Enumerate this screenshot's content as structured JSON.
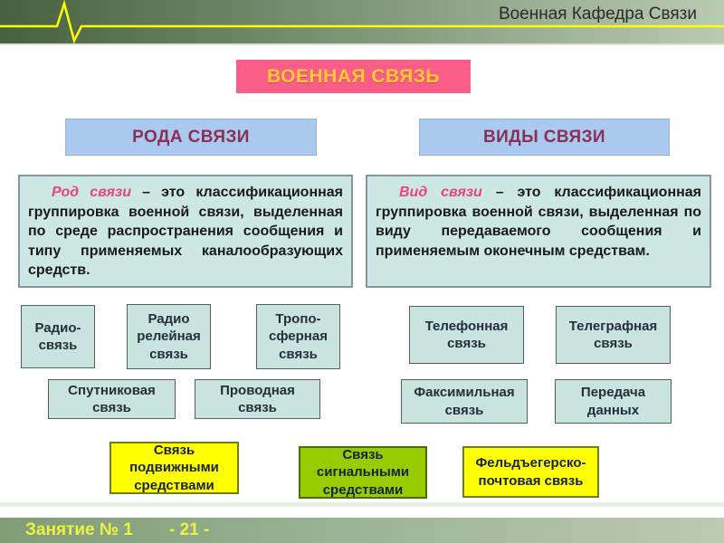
{
  "slide": {
    "header": {
      "title": "Военная Кафедра Связи"
    },
    "main_title": "ВОЕННАЯ СВЯЗЬ",
    "left_column": {
      "heading": "РОДА СВЯЗИ",
      "definition": {
        "term": "Род связи",
        "text": "– это классификационная группировка военной связи, выделенная по среде распространения сообщения и типу применяемых каналообразующих средств."
      },
      "row1": [
        "Радио-\nсвязь",
        "Радио\nрелейная\nсвязь",
        "Тропо-\nсферная\nсвязь"
      ],
      "row2": [
        "Спутниковая\nсвязь",
        "Проводная\nсвязь"
      ]
    },
    "right_column": {
      "heading": "ВИДЫ СВЯЗИ",
      "definition": {
        "term": "Вид связи",
        "text": "– это классификационная группировка военной связи, выделенная по виду передаваемого сообщения и применяемым оконечным средствам."
      },
      "row1": [
        "Телефонная\nсвязь",
        "Телеграфная\nсвязь"
      ],
      "row2": [
        "Факсимильная\nсвязь",
        "Передача\nданных"
      ]
    },
    "bottom_row": [
      {
        "label": "Связь\nподвижными\nсредствами",
        "bg": "#ffff00"
      },
      {
        "label": "Связь\nсигнальными\nсредствами",
        "bg": "#99cc00"
      },
      {
        "label": "Фельдъегерско-\nпочтовая связь",
        "bg": "#ffff00"
      }
    ],
    "footer": {
      "lesson": "Занятие № 1",
      "page": "- 21 -"
    },
    "colors": {
      "header_gradient_left": "#47613f",
      "header_gradient_right": "#b9cbb2",
      "accent_line": "#ffff00",
      "title_box_bg": "#fb5d89",
      "title_text": "#ffcc33",
      "heading_bg": "#a9caee",
      "heading_text": "#8a3057",
      "definition_bg": "#cde8e3",
      "term_text": "#e8457c",
      "box_bg": "#c9e3df",
      "yellow_box_bg": "#ffff00",
      "green_box_bg": "#99cc00",
      "footer_text": "#eef23f"
    }
  }
}
